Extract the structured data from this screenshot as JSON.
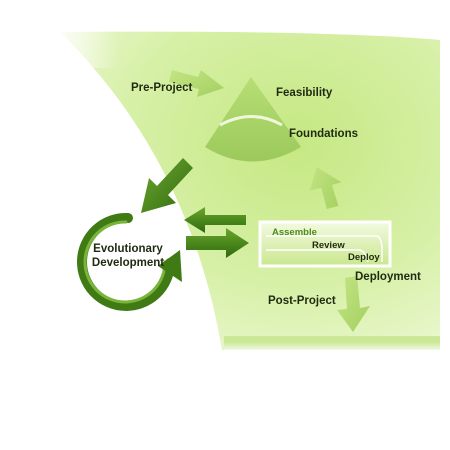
{
  "diagram": {
    "labels": {
      "pre_project": "Pre-Project",
      "feasibility": "Feasibility",
      "foundations": "Foundations",
      "evolutionary_line1": "Evolutionary",
      "evolutionary_line2": "Development",
      "assemble": "Assemble",
      "review": "Review",
      "deploy": "Deploy",
      "deployment": "Deployment",
      "post_project": "Post-Project"
    },
    "colors": {
      "light_green": "#d4ef9c",
      "mid_green": "#a8d465",
      "dark_green": "#3f7a14",
      "text_dark": "#1f2a10",
      "text_green": "#4f8a1c"
    }
  }
}
